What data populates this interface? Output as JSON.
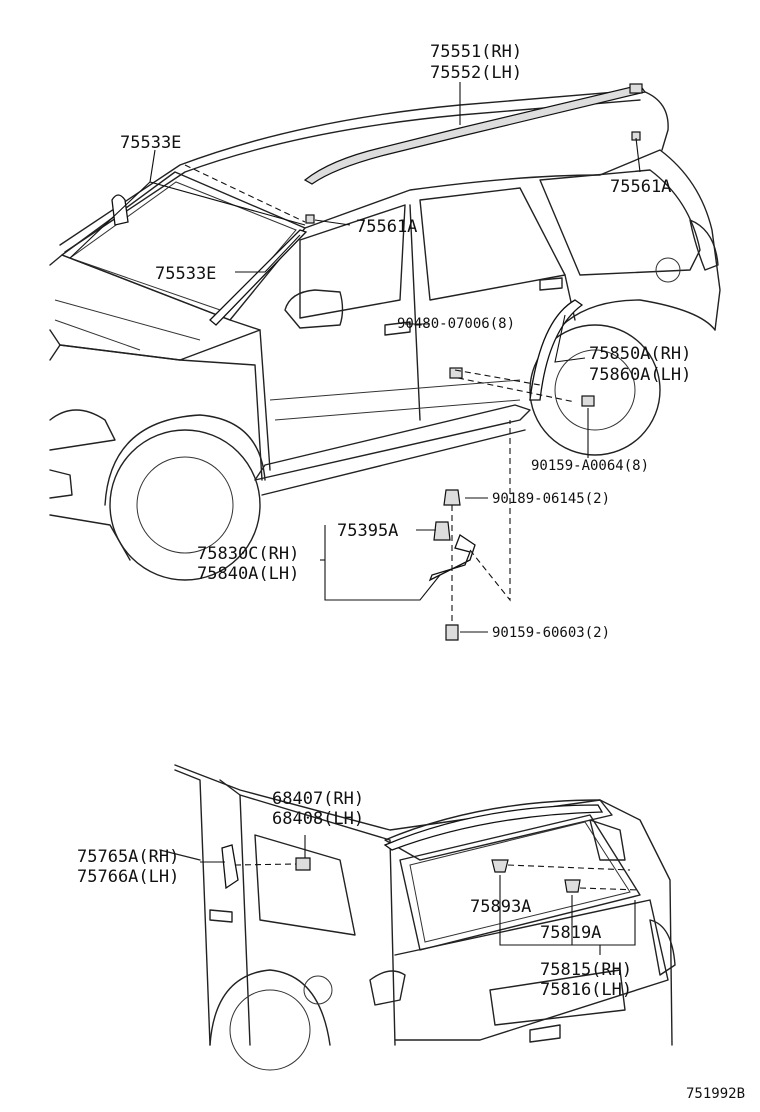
{
  "labels": {
    "p75551": "75551(RH)",
    "p75552": "75552(LH)",
    "p75533e_top": "75533E",
    "p75561a_rear": "75561A",
    "p75561a_mid": "75561A",
    "p75533e_mid": "75533E",
    "p90480": "90480-07006(8)",
    "p75850a": "75850A(RH)",
    "p75860a": "75860A(LH)",
    "p90159a": "90159-A0064(8)",
    "p90189": "90189-06145(2)",
    "p75395a": "75395A",
    "p75830c": "75830C(RH)",
    "p75840a": "75840A(LH)",
    "p90159b": "90159-60603(2)",
    "p68407": "68407(RH)",
    "p68408": "68408(LH)",
    "p75765a": "75765A(RH)",
    "p75766a": "75766A(LH)",
    "p75893a": "75893A",
    "p75819a": "75819A",
    "p75815": "75815(RH)",
    "p75816": "75816(LH)",
    "figure_code": "751992B"
  }
}
